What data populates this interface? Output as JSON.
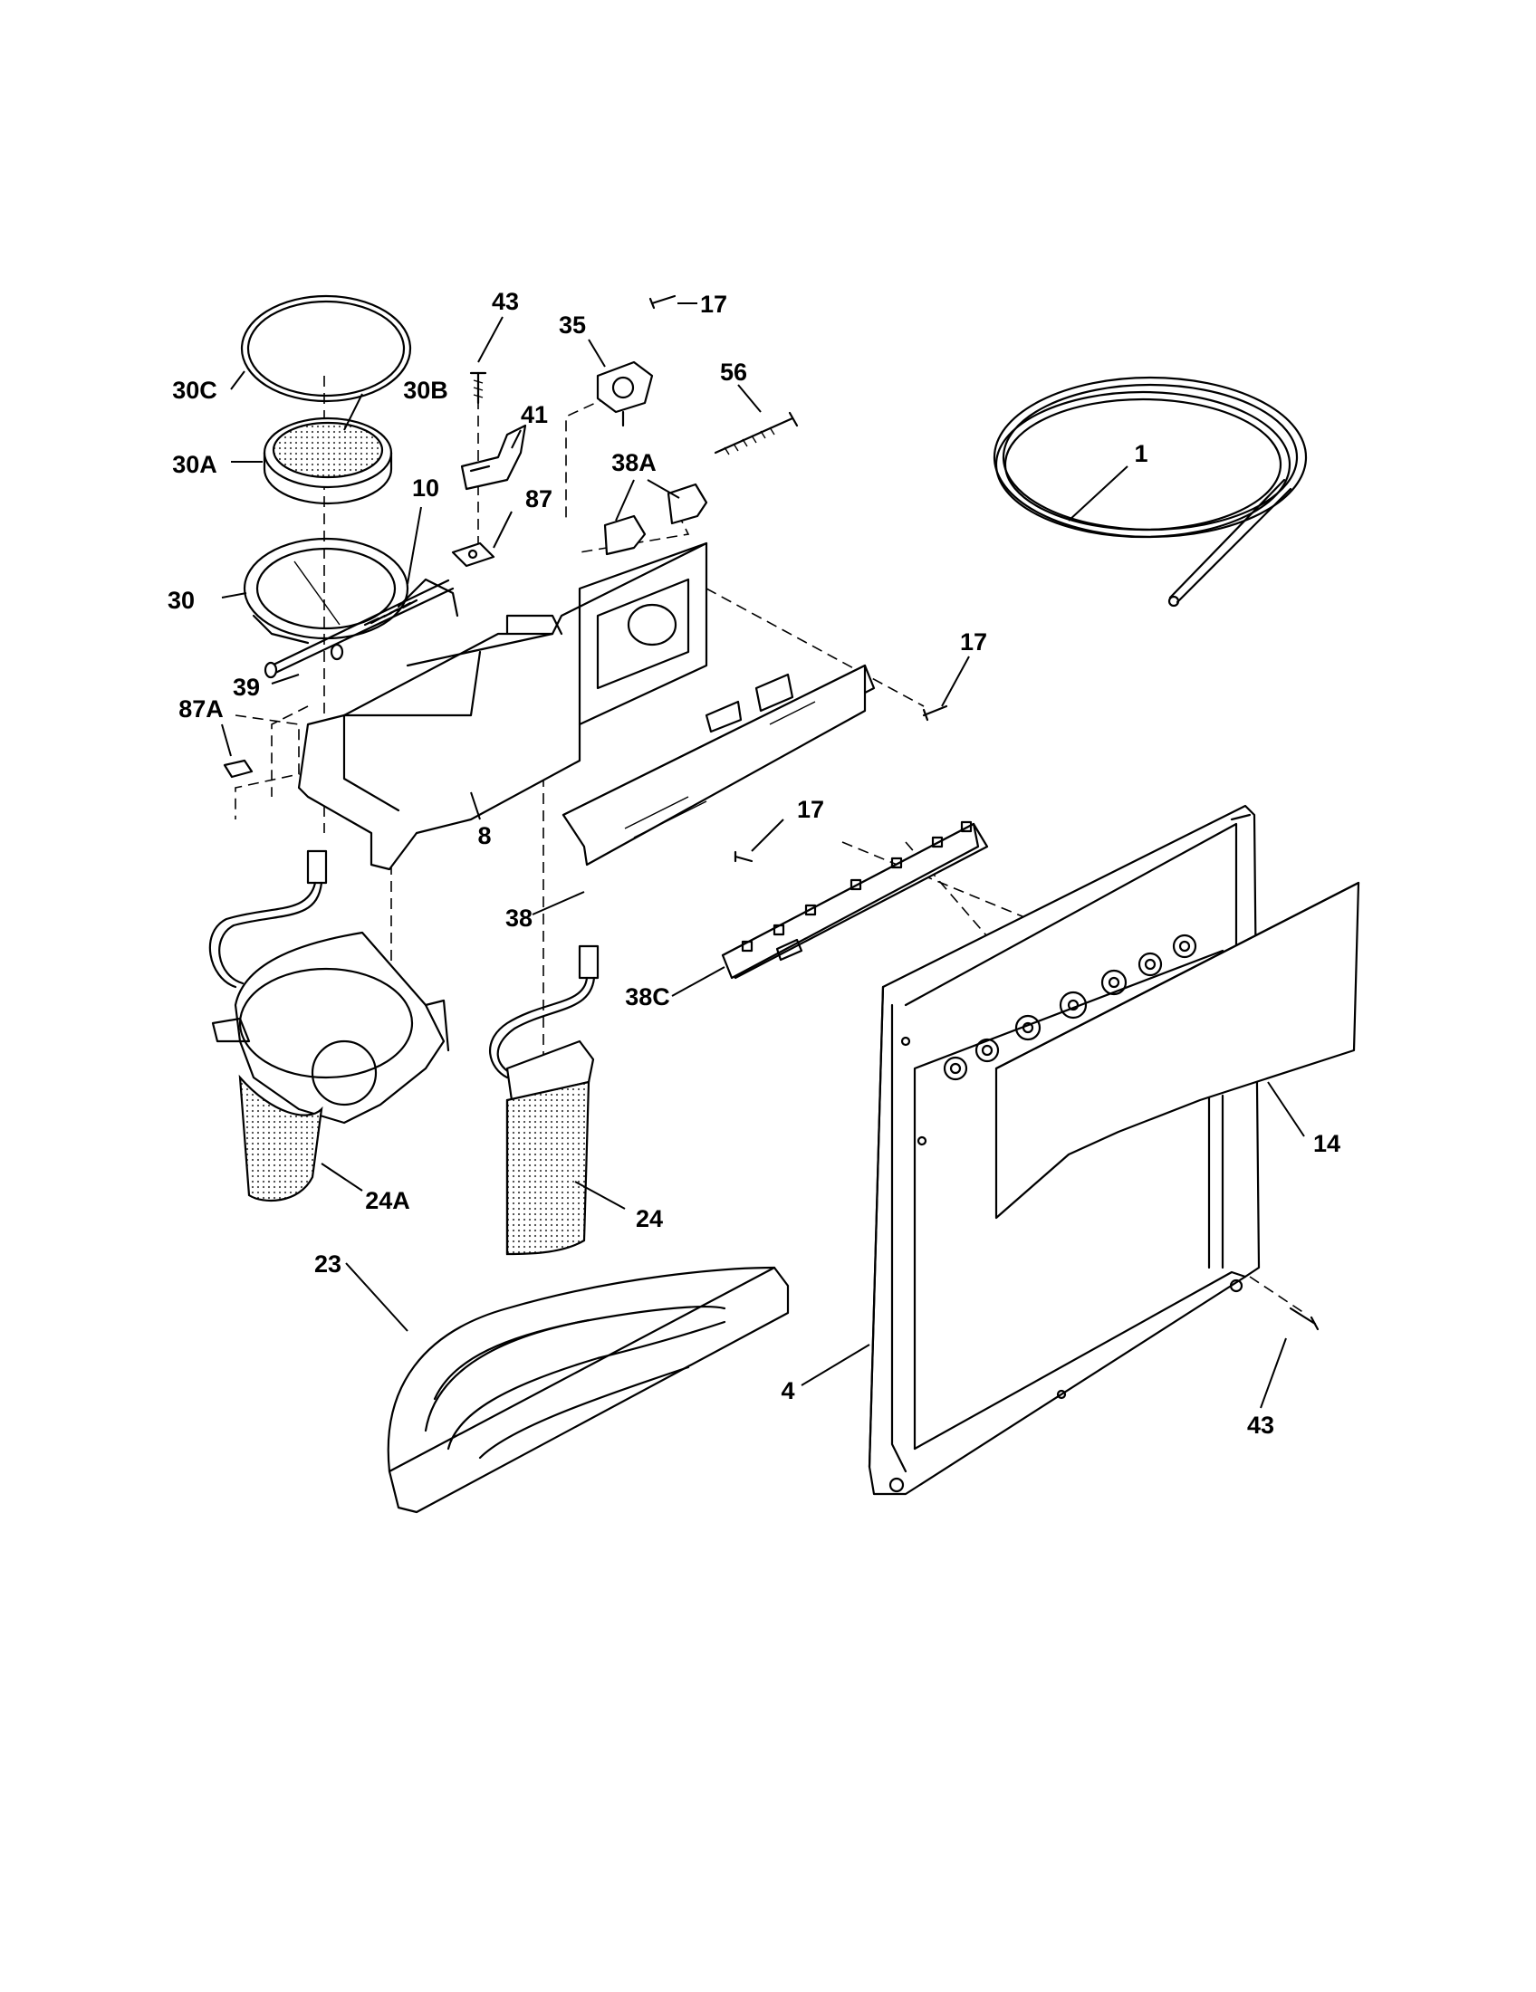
{
  "callouts": [
    {
      "id": "43a",
      "label": "43"
    },
    {
      "id": "35",
      "label": "35"
    },
    {
      "id": "17a",
      "label": "17"
    },
    {
      "id": "41",
      "label": "41"
    },
    {
      "id": "56",
      "label": "56"
    },
    {
      "id": "30C",
      "label": "30C"
    },
    {
      "id": "30B",
      "label": "30B"
    },
    {
      "id": "38A",
      "label": "38A"
    },
    {
      "id": "1",
      "label": "1"
    },
    {
      "id": "30A",
      "label": "30A"
    },
    {
      "id": "10",
      "label": "10"
    },
    {
      "id": "87",
      "label": "87"
    },
    {
      "id": "30",
      "label": "30"
    },
    {
      "id": "17b",
      "label": "17"
    },
    {
      "id": "39",
      "label": "39"
    },
    {
      "id": "87A",
      "label": "87A"
    },
    {
      "id": "8",
      "label": "8"
    },
    {
      "id": "17c",
      "label": "17"
    },
    {
      "id": "38",
      "label": "38"
    },
    {
      "id": "38C",
      "label": "38C"
    },
    {
      "id": "14",
      "label": "14"
    },
    {
      "id": "24A",
      "label": "24A"
    },
    {
      "id": "24",
      "label": "24"
    },
    {
      "id": "23",
      "label": "23"
    },
    {
      "id": "4",
      "label": "4"
    },
    {
      "id": "43b",
      "label": "43"
    }
  ]
}
